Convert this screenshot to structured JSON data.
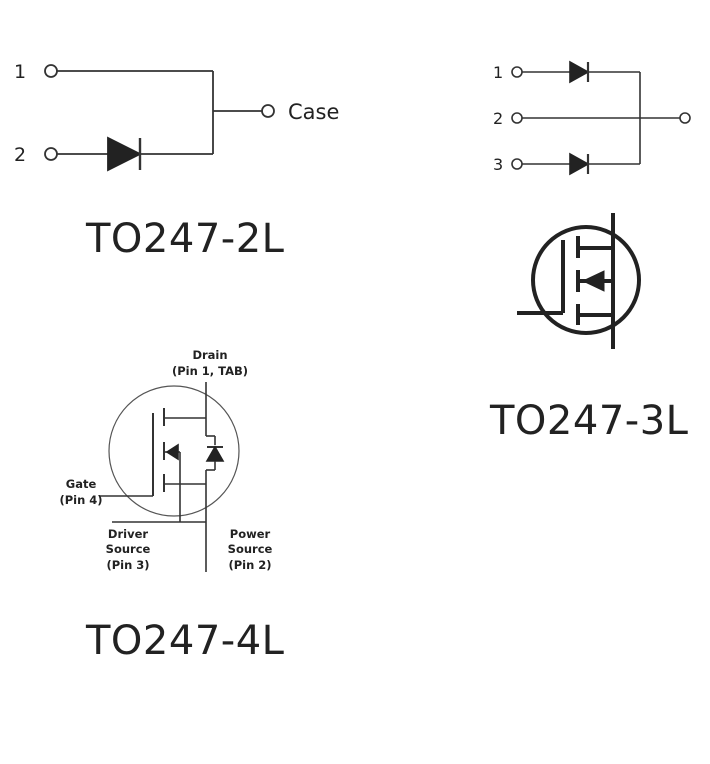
{
  "to247_2l": {
    "title": "TO247-2L",
    "pins": [
      "1",
      "2"
    ],
    "case_label": "Case"
  },
  "to247_3l": {
    "title": "TO247-3L",
    "pins": [
      "1",
      "2",
      "3"
    ]
  },
  "to247_4l": {
    "title": "TO247-4L",
    "drain_line1": "Drain",
    "drain_line2": "(Pin 1, TAB)",
    "gate_line1": "Gate",
    "gate_line2": "(Pin 4)",
    "driver_line1": "Driver",
    "driver_line2": "Source",
    "driver_line3": "(Pin 3)",
    "power_line1": "Power",
    "power_line2": "Source",
    "power_line3": "(Pin 2)"
  },
  "colors": {
    "line": "#333333",
    "text": "#222222",
    "background": "#ffffff"
  }
}
